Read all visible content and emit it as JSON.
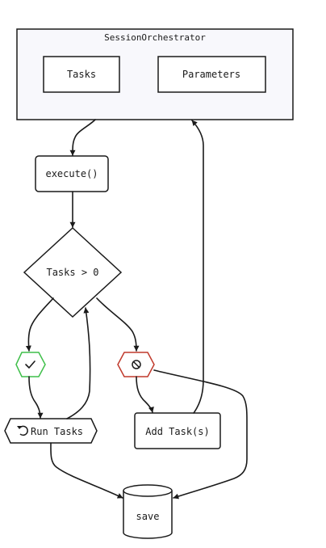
{
  "diagram": {
    "container": {
      "title": "SessionOrchestrator"
    },
    "nodes": {
      "tasks": "Tasks",
      "parameters": "Parameters",
      "execute": "execute()",
      "decision": "Tasks > 0",
      "run_tasks": "Run Tasks",
      "add_tasks": "Add Task(s)",
      "save": "save"
    },
    "icons": {
      "success": "check-icon",
      "failure": "prohibited-icon",
      "run": "refresh-icon"
    },
    "colors": {
      "stroke": "#1a1a1a",
      "container_fill": "#f8f8fc",
      "success": "#3fbf4a",
      "failure": "#c0392b"
    }
  }
}
